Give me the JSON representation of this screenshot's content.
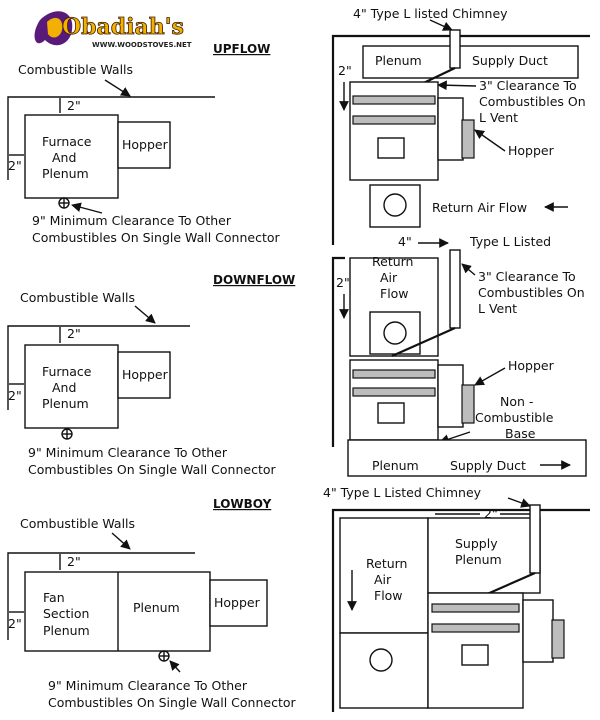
{
  "logo": {
    "name": "Obadiah's",
    "url": "WWW.WOODSTOVES.NET"
  },
  "sections": {
    "upflow": {
      "title": "UPFLOW",
      "walls": "Combustible Walls",
      "top_clear": "2\"",
      "side_clear": "2\"",
      "unit": [
        "Furnace",
        "And",
        "Plenum"
      ],
      "hopper": "Hopper",
      "note": [
        "9\" Minimum Clearance To Other",
        "Combustibles On Single Wall Connector"
      ]
    },
    "downflow": {
      "title": "DOWNFLOW",
      "walls": "Combustible Walls",
      "top_clear": "2\"",
      "side_clear": "2\"",
      "unit": [
        "Furnace",
        "And",
        "Plenum"
      ],
      "hopper": "Hopper",
      "note": [
        "9\" Minimum Clearance To Other",
        "Combustibles On Single Wall Connector"
      ]
    },
    "lowboy": {
      "title": "LOWBOY",
      "walls": "Combustible Walls",
      "top_clear": "2\"",
      "side_clear": "2\"",
      "fan": [
        "Fan",
        "Section",
        "Plenum"
      ],
      "plenum": "Plenum",
      "hopper": "Hopper",
      "note": [
        "9\" Minimum Clearance To Other",
        "Combustibles On Single Wall Connector"
      ]
    }
  },
  "side_upflow": {
    "chimney": "4\" Type L listed Chimney",
    "side_clear": "2\"",
    "plenum": "Plenum",
    "supply_duct": "Supply Duct",
    "vent_note": [
      "3\" Clearance To",
      "Combustibles On",
      "L Vent"
    ],
    "hopper": "Hopper",
    "return_flow": "Return Air Flow"
  },
  "side_downflow": {
    "vent_size": "4\"",
    "chimney": "Type L Listed",
    "side_clear": "2\"",
    "return_air": [
      "Return",
      "Air",
      "Flow"
    ],
    "vent_note": [
      "3\" Clearance To",
      "Combustibles On",
      "L Vent"
    ],
    "hopper": "Hopper",
    "base": [
      "Non -",
      "Combustible",
      "Base"
    ],
    "plenum": "Plenum",
    "supply_duct": "Supply Duct"
  },
  "side_lowboy": {
    "chimney": "4\" Type L Listed Chimney",
    "top_clear": "2\"",
    "return_air": [
      "Return",
      "Air",
      "Flow"
    ],
    "supply": [
      "Supply",
      "Plenum"
    ]
  }
}
